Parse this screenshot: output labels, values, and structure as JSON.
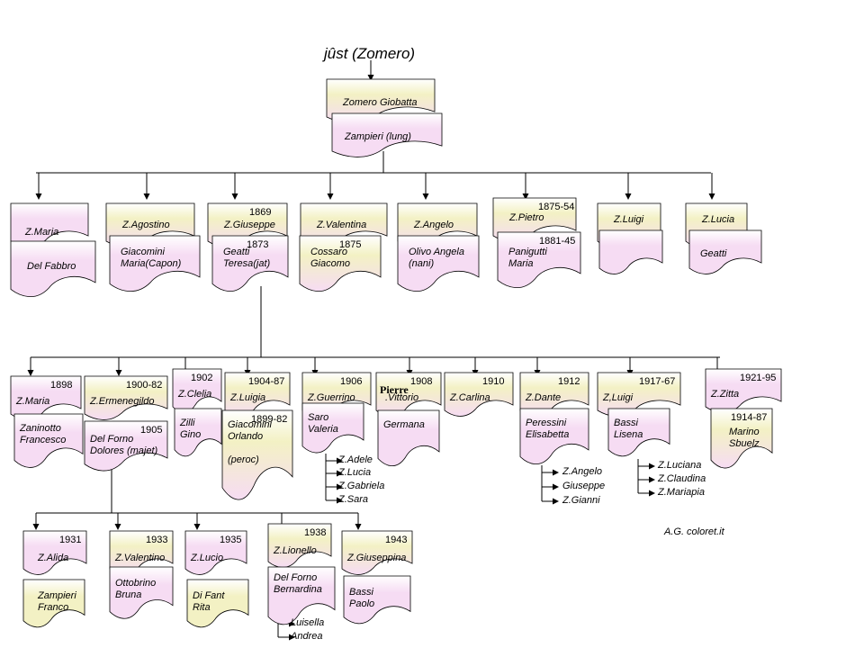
{
  "title": "jûst (Zomero)",
  "colors": {
    "yellow": "#f3f1c4",
    "pink": "#f6dcf3",
    "stroke": "#000000"
  },
  "credit": "A.G. coloret.it",
  "root": {
    "name": "Zomero Giobatta",
    "spouse": "Zampieri (lung)"
  },
  "gen1": [
    {
      "name": "Z.Maria",
      "spouse": "Del Fabbro"
    },
    {
      "name": "Z.Agostino",
      "spouse": "Giacomini\nMaria(Capon)"
    },
    {
      "name": "Z.Giuseppe",
      "year": "1869",
      "spouse": "Geatti\nTeresa(jat)",
      "spouse_year": "1873"
    },
    {
      "name": "Z.Valentina",
      "spouse": "Cossaro\nGiacomo",
      "spouse_year": "1875"
    },
    {
      "name": "Z.Angelo",
      "spouse": "Olivo Angela\n(nani)"
    },
    {
      "name": "Z.Pietro",
      "year": "1875-54",
      "spouse": "Panigutti\nMaria",
      "spouse_year": "1881-45"
    },
    {
      "name": "Z.Luigi",
      "spouse": ""
    },
    {
      "name": "Z.Lucia",
      "spouse": "Geatti"
    }
  ],
  "gen2": [
    {
      "name": "Z.Maria",
      "year": "1898",
      "spouse": "Zaninotto\nFrancesco"
    },
    {
      "name": "Z.Ermenegildo",
      "year": "1900-82",
      "spouse": "Del Forno\nDolores (majet)",
      "spouse_year": "1905"
    },
    {
      "name": "Z.Clelia",
      "year": "1902",
      "spouse": "Zilli\nGino"
    },
    {
      "name": "Z.Luigia",
      "year": "1904-87",
      "spouse": "Giacomini\nOrlando\n\n(peroc)",
      "spouse_year": "1899-82"
    },
    {
      "name": "Z.Guerrino",
      "year": "1906",
      "spouse": "Saro\nValeria"
    },
    {
      "name": ".Vittorio",
      "year": "1908",
      "spouse": "Germana",
      "nickname": "Pierre"
    },
    {
      "name": "Z.Carlina",
      "year": "1910"
    },
    {
      "name": "Z.Dante",
      "year": "1912",
      "spouse": "Peressini\nElisabetta"
    },
    {
      "name": "Z,Luigi",
      "year": "1917-67",
      "spouse": "Bassi\nLisena"
    },
    {
      "name": "Z.Zitta",
      "year": "1921-95",
      "spouse": "Marino\nSbuelz",
      "spouse_year": "1914-87"
    }
  ],
  "gen2_children": {
    "guerrino": [
      "Z.Adele",
      "Z.Lucia",
      "Z.Gabriela",
      "Z.Sara"
    ],
    "dante": [
      "Z.Angelo",
      "Giuseppe",
      "Z.Gianni"
    ],
    "luigi": [
      "Z.Luciana",
      "Z.Claudina",
      "Z.Mariapia"
    ]
  },
  "gen3": [
    {
      "name": "Z.Alida",
      "year": "1931",
      "spouse": "Zampieri\nFranco"
    },
    {
      "name": "Z.Valentino",
      "year": "1933",
      "spouse": "Ottobrino\nBruna"
    },
    {
      "name": "Z.Lucio",
      "year": "1935",
      "spouse": "Di Fant\nRita"
    },
    {
      "name": "Z.Lionello",
      "year": "1938",
      "spouse": "Del Forno\nBernardina"
    },
    {
      "name": "Z.Giuseppina",
      "year": "1943",
      "spouse": "Bassi\nPaolo"
    }
  ],
  "gen3_children": {
    "lionello": [
      "Luisella",
      "Andrea"
    ]
  }
}
